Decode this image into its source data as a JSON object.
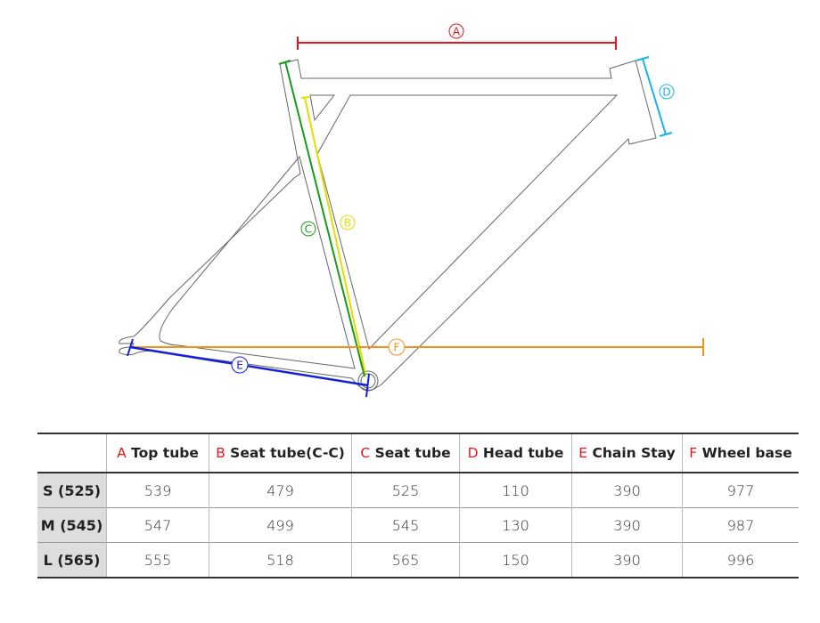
{
  "diagram": {
    "labels": {
      "A": "A",
      "B": "B",
      "C": "C",
      "D": "D",
      "E": "E",
      "F": "F"
    },
    "colors": {
      "A": "#e8141c",
      "B": "#e6dc00",
      "C": "#1a9a1a",
      "D": "#18b4e8",
      "E": "#1420d8",
      "F": "#f5901e",
      "frame": "#555555"
    }
  },
  "table": {
    "headers": [
      {
        "letter": "A",
        "label": " Top tube"
      },
      {
        "letter": "B",
        "label": " Seat tube(C-C)"
      },
      {
        "letter": "C",
        "label": " Seat tube"
      },
      {
        "letter": "D",
        "label": " Head tube"
      },
      {
        "letter": "E",
        "label": " Chain Stay"
      },
      {
        "letter": "F",
        "label": " Wheel base"
      }
    ],
    "rows": [
      {
        "size": "S (525)",
        "values": [
          "539",
          "479",
          "525",
          "110",
          "390",
          "977"
        ]
      },
      {
        "size": "M (545)",
        "values": [
          "547",
          "499",
          "545",
          "130",
          "390",
          "987"
        ]
      },
      {
        "size": "L (565)",
        "values": [
          "555",
          "518",
          "565",
          "150",
          "390",
          "996"
        ]
      }
    ]
  }
}
